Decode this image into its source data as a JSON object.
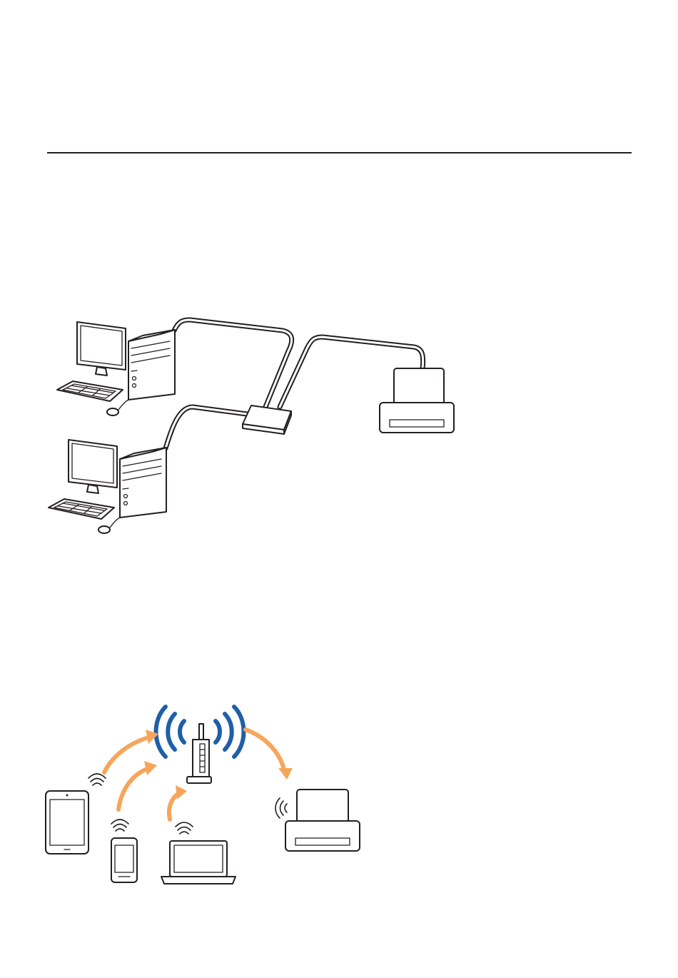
{
  "colors": {
    "line": "#231f20",
    "wireless_signal": "#1f5fa8",
    "connection_arrow": "#f5a65b"
  },
  "wired_diagram": {
    "devices": [
      "desktop-computer",
      "desktop-computer",
      "network-hub",
      "printer"
    ],
    "connections": "wired"
  },
  "wireless_diagram": {
    "devices": [
      "tablet",
      "smartphone",
      "laptop",
      "wireless-router",
      "printer"
    ],
    "connections": "wireless"
  }
}
